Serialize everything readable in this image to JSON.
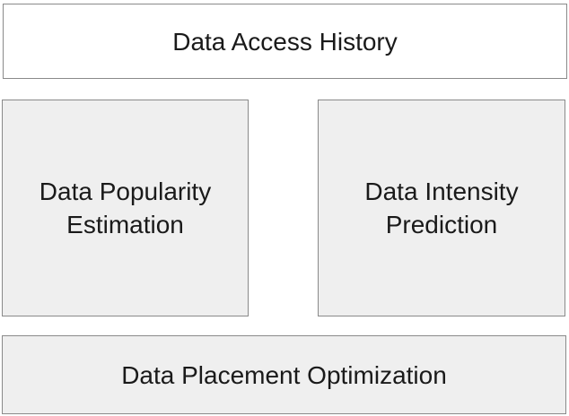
{
  "diagram": {
    "boxes": {
      "data_access_history": {
        "lines": [
          "Data Access History"
        ],
        "fill": "#ffffff"
      },
      "data_popularity_estimation": {
        "lines": [
          "Data Popularity",
          "Estimation"
        ],
        "fill": "#efefef"
      },
      "data_intensity_prediction": {
        "lines": [
          "Data Intensity",
          "Prediction"
        ],
        "fill": "#efefef"
      },
      "data_placement_optimization": {
        "lines": [
          "Data Placement Optimization"
        ],
        "fill": "#efefef"
      }
    },
    "colors": {
      "border": "#8a8a8a",
      "text": "#1a1a1a"
    }
  }
}
